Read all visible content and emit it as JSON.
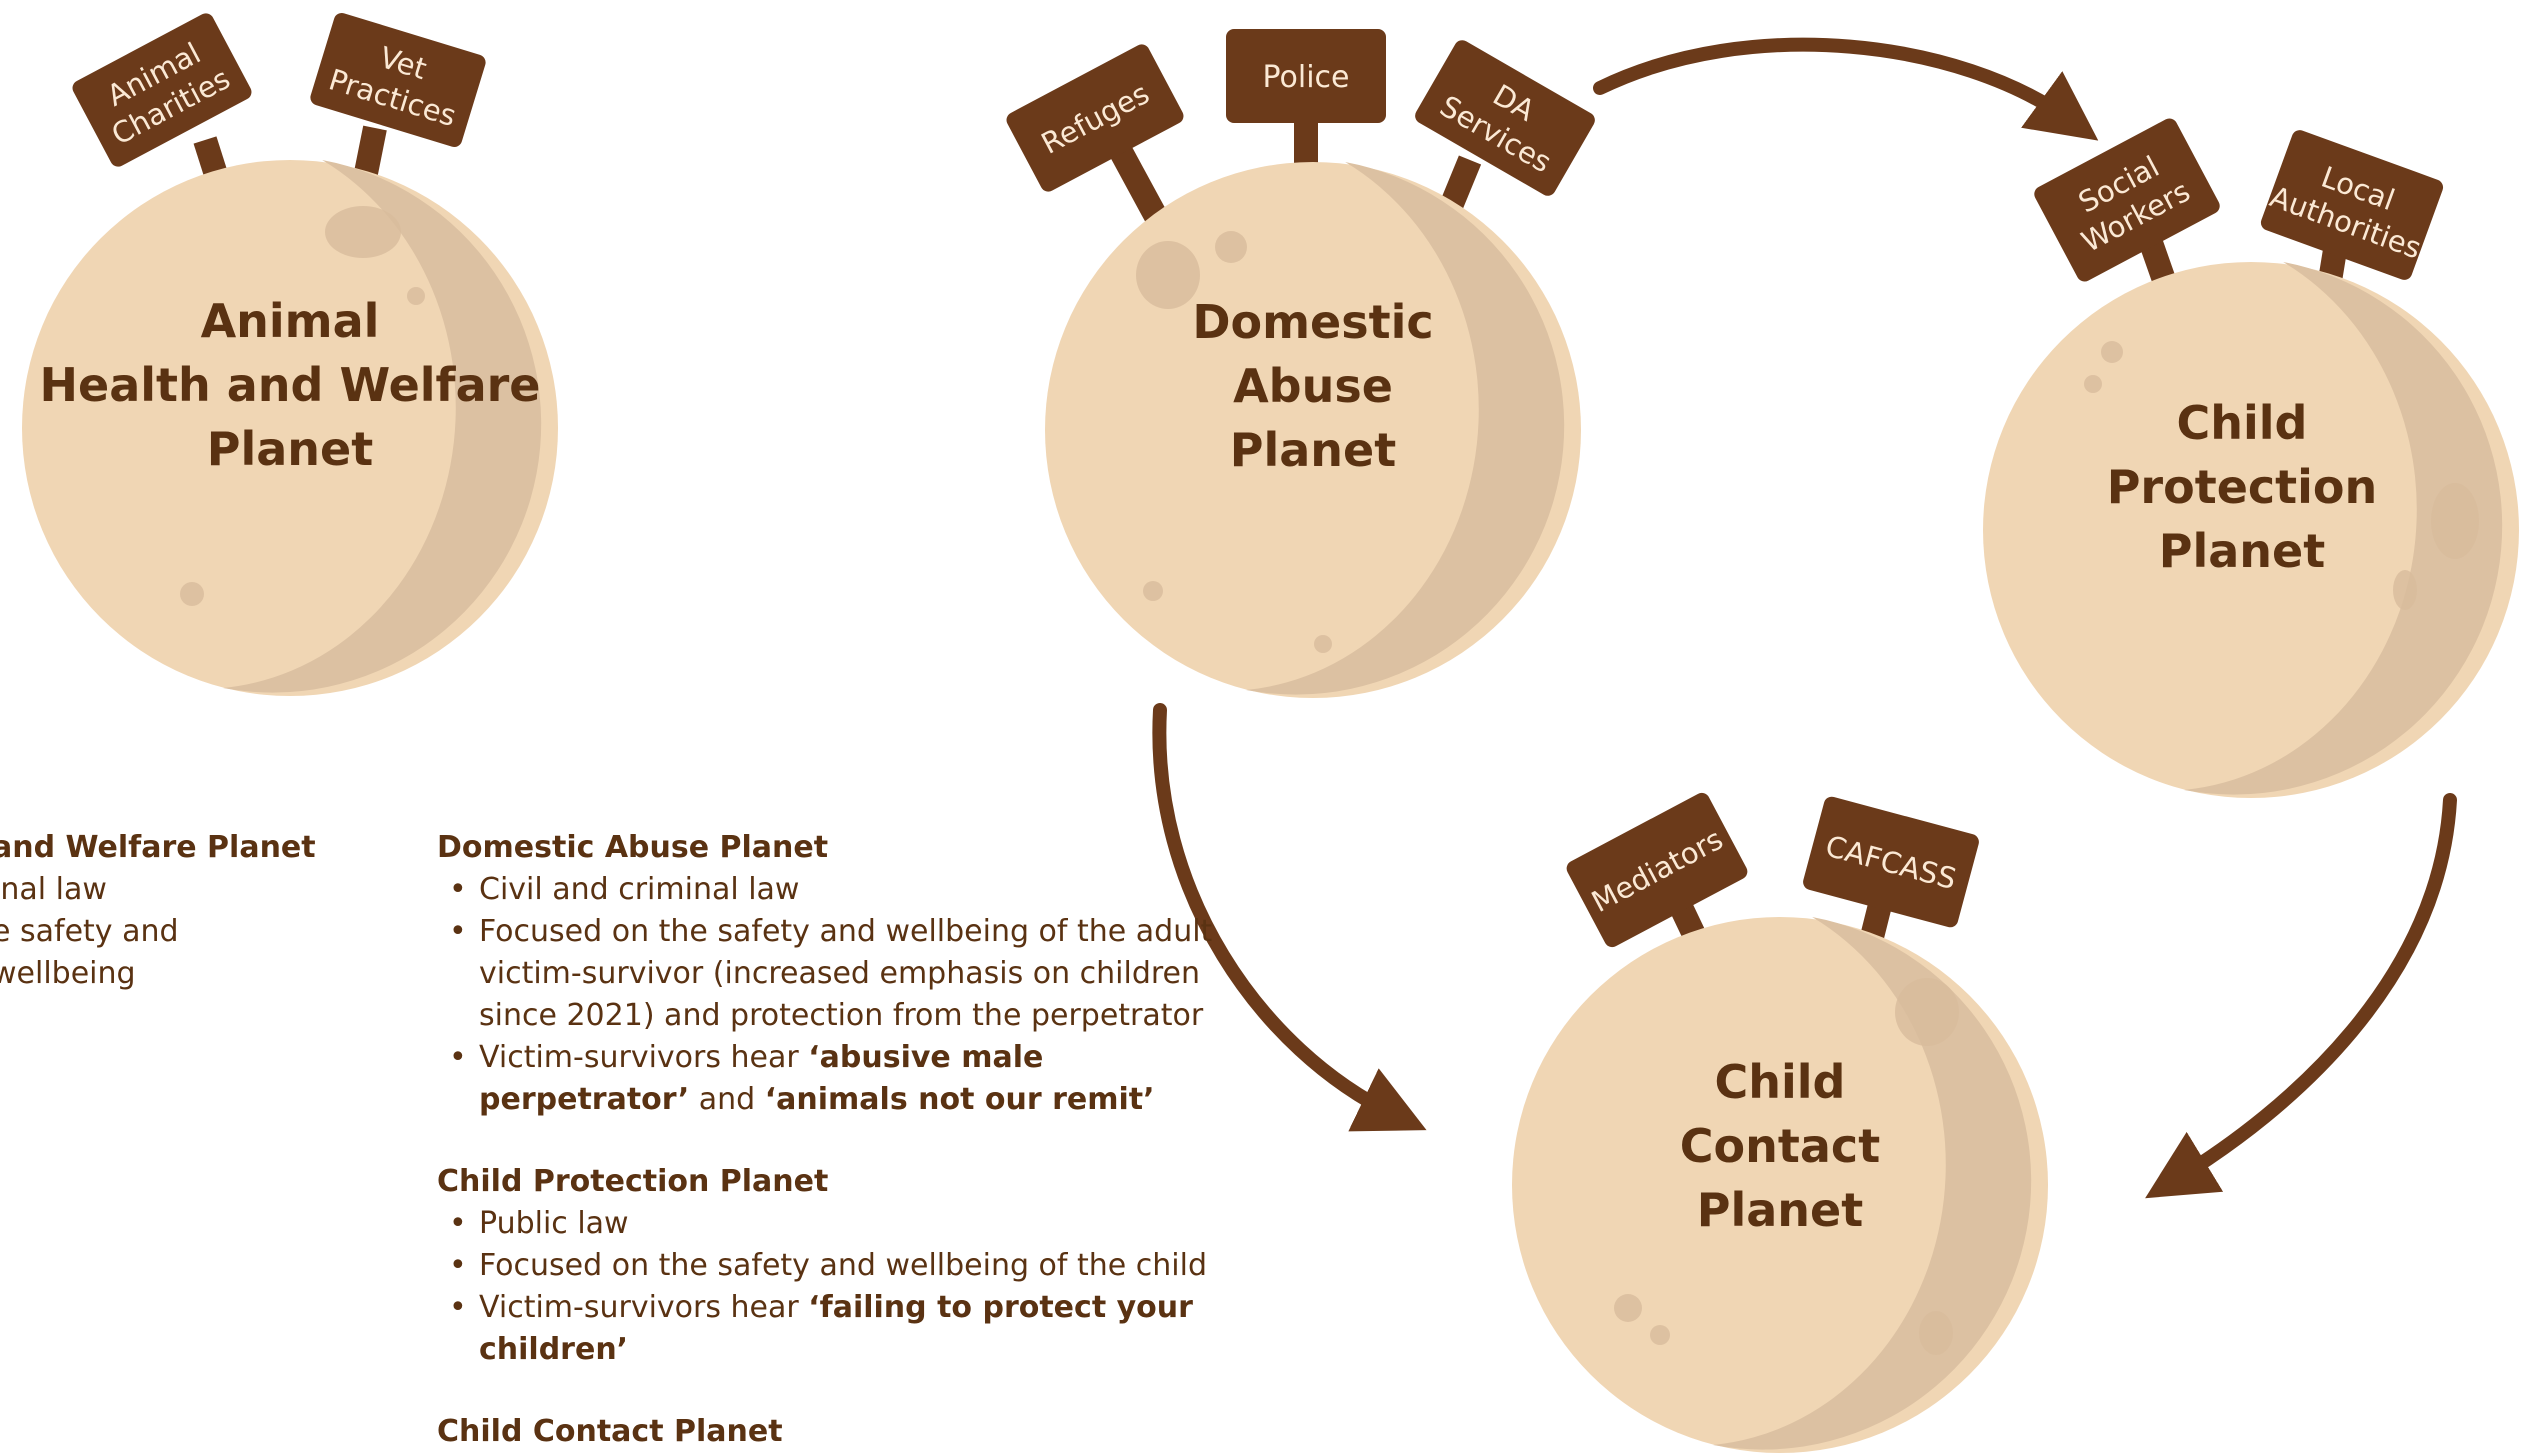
{
  "colors": {
    "planet": "#f0d6b4",
    "planet_shade": "#dcc1a2",
    "crater": "#d8bb9c",
    "sign": "#6b3a1a",
    "arrow": "#6b3a1a",
    "text": "#5a3212",
    "sign_text": "#fbe9d5"
  },
  "planets": [
    {
      "id": "animal",
      "title": [
        "Animal",
        "Health and Welfare",
        "Planet"
      ],
      "signs": [
        {
          "lines": [
            "Animal",
            "Charities"
          ]
        },
        {
          "lines": [
            "Vet",
            "Practices"
          ]
        }
      ]
    },
    {
      "id": "domestic",
      "title": [
        "Domestic",
        "Abuse",
        "Planet"
      ],
      "signs": [
        {
          "lines": [
            "Refuges"
          ]
        },
        {
          "lines": [
            "Police"
          ]
        },
        {
          "lines": [
            "DA",
            "Services"
          ]
        }
      ]
    },
    {
      "id": "protection",
      "title": [
        "Child",
        "Protection",
        "Planet"
      ],
      "signs": [
        {
          "lines": [
            "Social",
            "Workers"
          ]
        },
        {
          "lines": [
            "Local",
            "Authorities"
          ]
        }
      ]
    },
    {
      "id": "contact",
      "title": [
        "Child",
        "Contact",
        "Planet"
      ],
      "signs": [
        {
          "lines": [
            "Mediators"
          ]
        },
        {
          "lines": [
            "CAFCASS"
          ]
        }
      ]
    }
  ],
  "left_info": {
    "heading": "and Welfare Planet",
    "items": [
      "inal law",
      "e safety and wellbeing"
    ]
  },
  "sections": [
    {
      "heading": "Domestic Abuse Planet",
      "items": [
        [
          {
            "t": "Civil and criminal law"
          }
        ],
        [
          {
            "t": "Focused on the safety and wellbeing of the adult victim-survivor (increased emphasis on children since 2021) and protection from the perpetrator"
          }
        ],
        [
          {
            "t": "Victim-survivors hear "
          },
          {
            "t": "‘abusive male perpetrator’",
            "b": true
          },
          {
            "t": " and "
          },
          {
            "t": "‘animals not our remit’",
            "b": true
          }
        ]
      ]
    },
    {
      "heading": "Child Protection Planet",
      "items": [
        [
          {
            "t": "Public law"
          }
        ],
        [
          {
            "t": "Focused on the safety and wellbeing of the child"
          }
        ],
        [
          {
            "t": "Victim-survivors hear "
          },
          {
            "t": "‘failing to protect your children’",
            "b": true
          }
        ]
      ]
    },
    {
      "heading": "Child Contact Planet",
      "items": []
    }
  ]
}
